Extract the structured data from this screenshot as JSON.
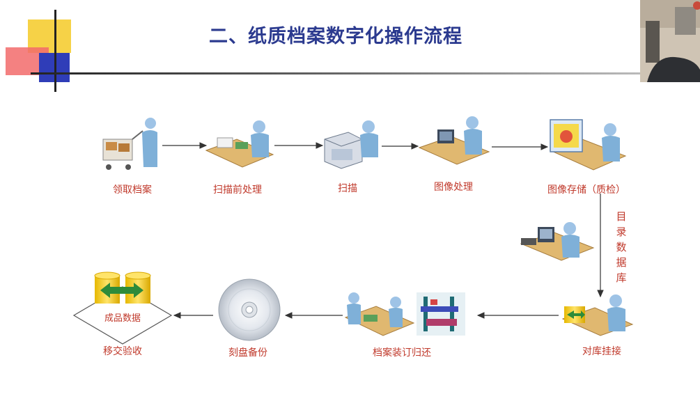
{
  "title": "二、纸质档案数字化操作流程",
  "steps": {
    "s1": "领取档案",
    "s2": "扫描前处理",
    "s3": "扫描",
    "s4": "图像处理",
    "s5": "图像存储（质检）",
    "s6": "对库挂接",
    "s7": "档案装订归还",
    "s8": "刻盘备份",
    "s9": "移交验收"
  },
  "side_label": "目录数据库",
  "diamond_label": "成品数据",
  "colors": {
    "title": "#2b3a8f",
    "label": "#c0392b",
    "figure": "#7fb0d8",
    "desk": "#e0b870",
    "arrow": "#333333"
  }
}
